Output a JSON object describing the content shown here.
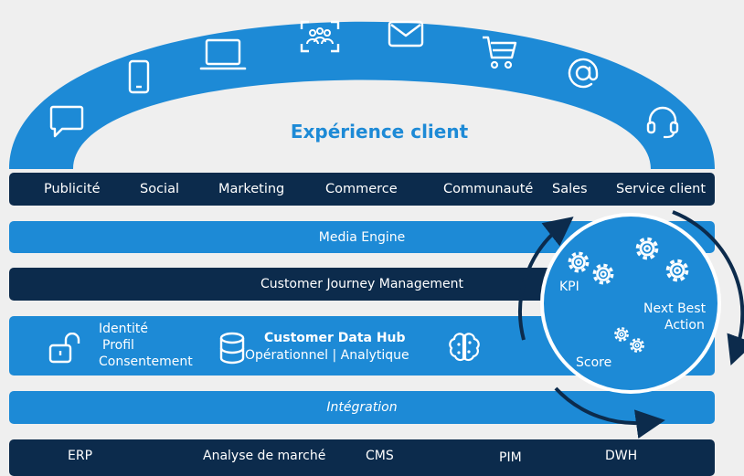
{
  "arc": {
    "title": "Expérience client",
    "icons": [
      "chat-icon",
      "smartphone-icon",
      "laptop-icon",
      "people-icon",
      "mail-icon",
      "cart-icon",
      "at-icon",
      "headset-icon"
    ]
  },
  "channels": [
    "Publicité",
    "Social",
    "Marketing",
    "Commerce",
    "Communauté",
    "Sales",
    "Service client"
  ],
  "layers": {
    "media_engine": "Media Engine",
    "journey": "Customer Journey Management",
    "integration": "Intégration"
  },
  "data_hub": {
    "identity_lines": [
      "Identité",
      "Profil",
      "Consentement"
    ],
    "title": "Customer Data Hub",
    "subtitle": "Opérationnel | Analytique"
  },
  "circle": {
    "kpi": "KPI",
    "next_best_action": [
      "Next Best",
      "Action"
    ],
    "score": "Score"
  },
  "sources": [
    "ERP",
    "Analyse de marché",
    "CMS",
    "PIM",
    "DWH"
  ],
  "colors": {
    "light_blue": "#1d8ad6",
    "dark_navy": "#0c2b4c",
    "background": "#efefef"
  }
}
